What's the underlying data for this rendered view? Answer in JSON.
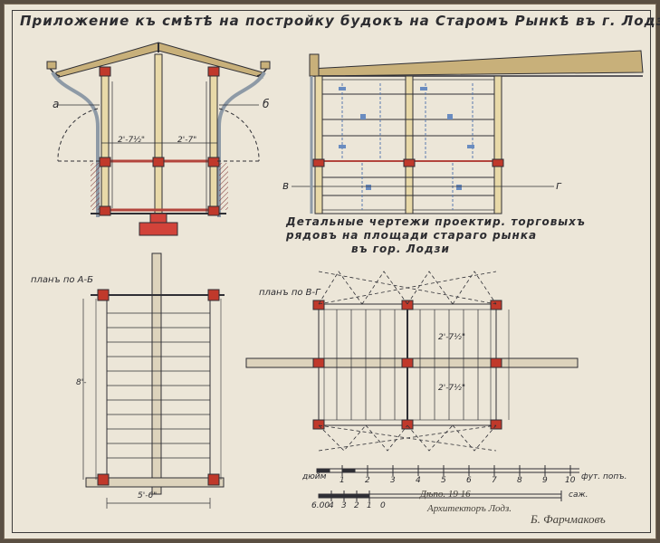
{
  "title": "Приложение къ смѣтѣ на постройку будокъ на Старомъ Рынкѣ въ г. Лодзи",
  "caption_lines": [
    "Детальные чертежи проектир. торговыхъ",
    "рядовъ на площади стараго рынка",
    "въ гор. Лодзи"
  ],
  "plan_ab_label": "планъ по А-Б",
  "plan_vg_label": "планъ по В-Г",
  "section_marks": {
    "a": "а",
    "b": "б",
    "v": "в",
    "g": "г"
  },
  "dimensions": {
    "width_left_plan": "5'-6\"",
    "length_left_plan": "8'-",
    "section_width": "2'-7½\"",
    "section_half": "2'-7\"",
    "right_plan_a": "2'-7½\"",
    "right_plan_b": "2'-7½\""
  },
  "scale_bar_1": {
    "label_left": "дюйм",
    "ticks": [
      "1",
      "2",
      "3",
      "4",
      "5",
      "6",
      "7",
      "8",
      "9",
      "10"
    ],
    "unit": "фут. попъ."
  },
  "scale_bar_2": {
    "ticks": [
      "6.00",
      "4",
      "3",
      "2",
      "1",
      "0"
    ],
    "unit": "саж."
  },
  "signature_lines": [
    "Дѣпо. 19 16",
    "Архитекторъ Лодз.",
    "Б. Фарчмаковъ"
  ]
}
